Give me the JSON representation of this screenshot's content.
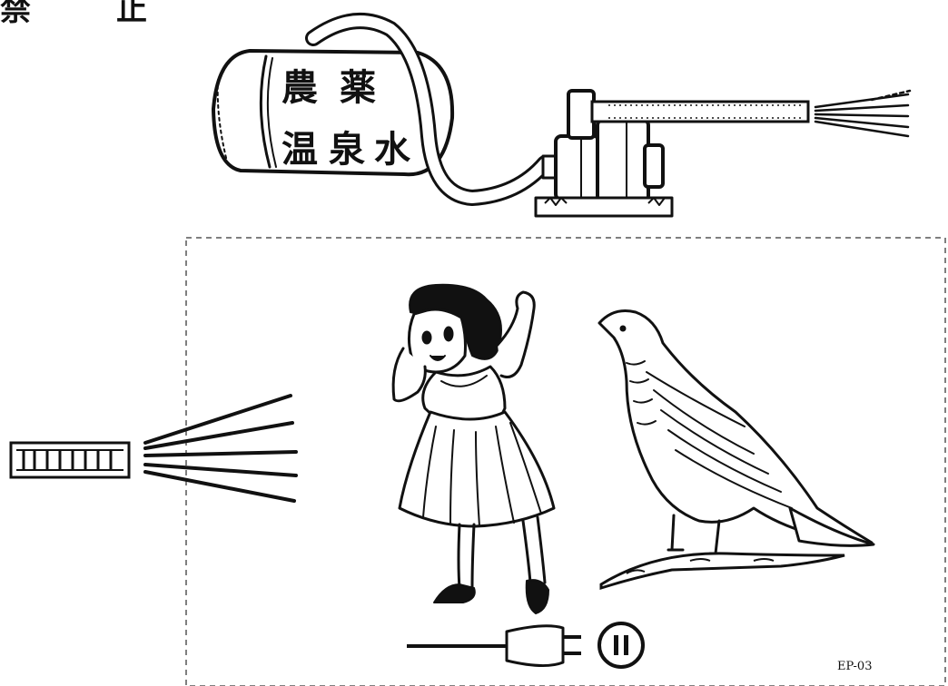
{
  "header": {
    "left_char": "禁",
    "right_char": "止"
  },
  "tank": {
    "label_line1": [
      "農",
      "薬"
    ],
    "label_line2": [
      "温",
      "泉",
      "水"
    ]
  },
  "code": "EP-03",
  "colors": {
    "ink": "#111111",
    "background": "#ffffff",
    "dashed_border": "#555555"
  }
}
